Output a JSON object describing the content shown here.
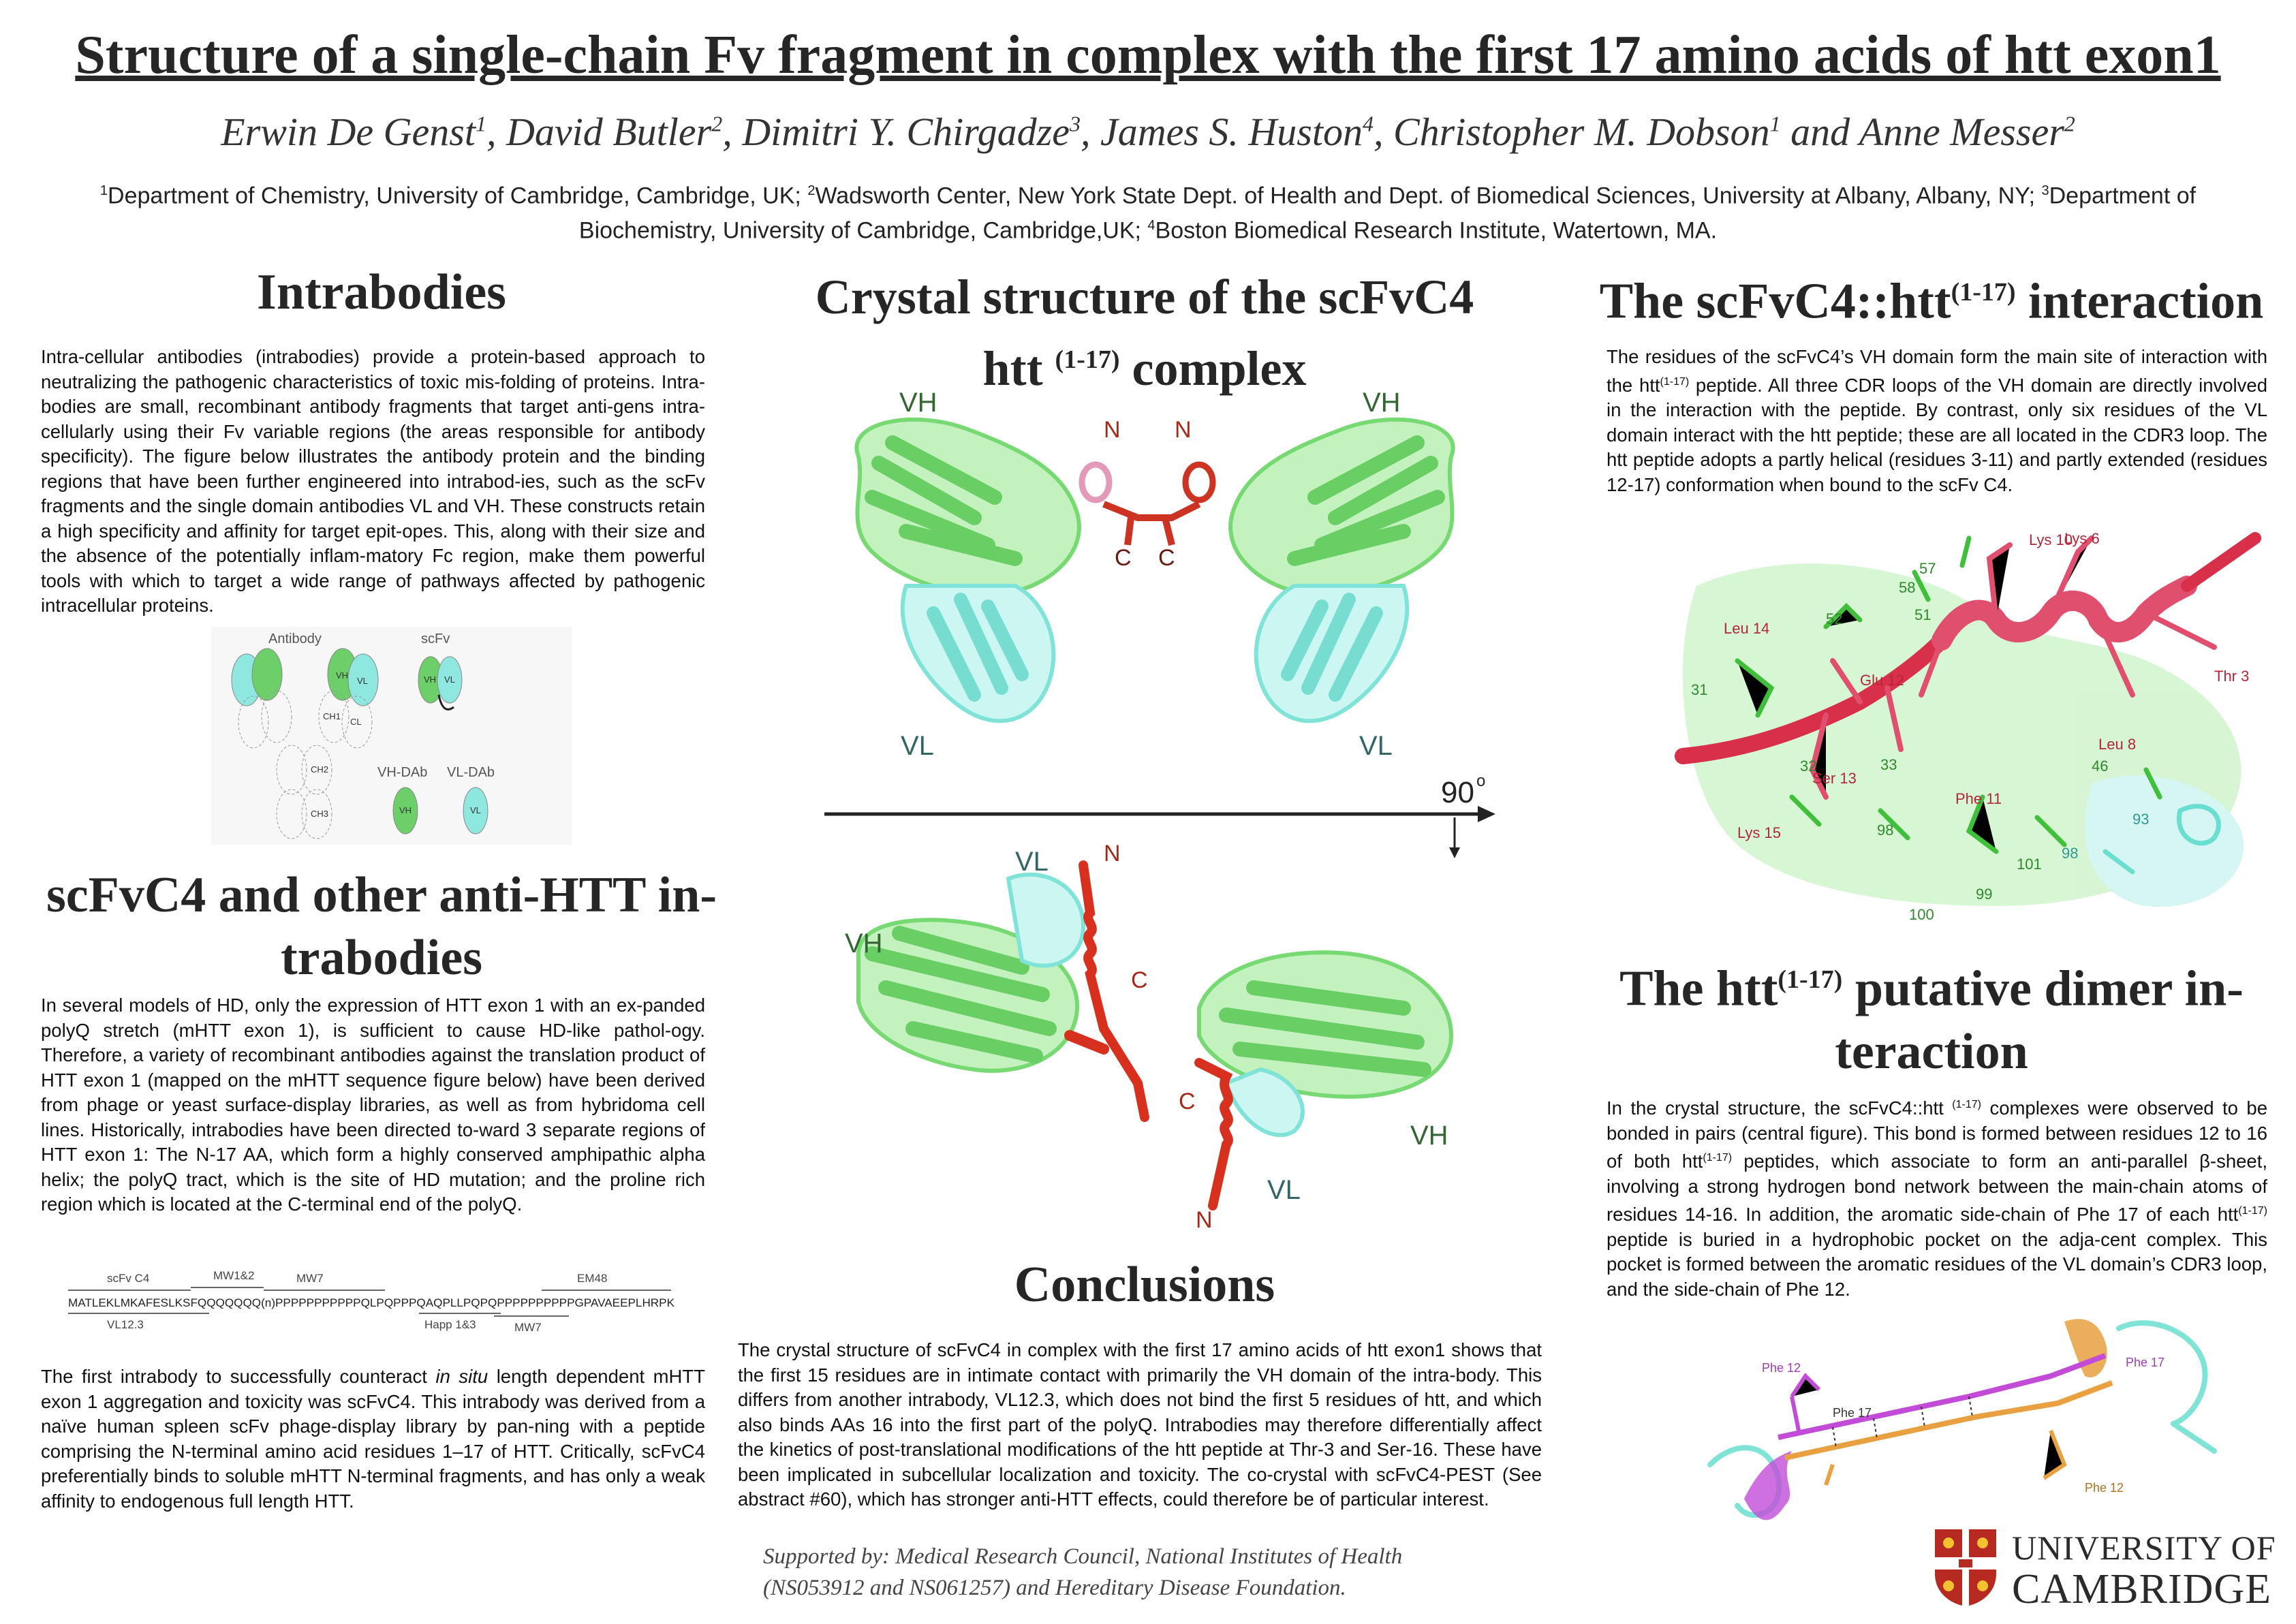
{
  "header": {
    "title": "Structure of a single-chain Fv fragment in complex with the first 17 amino acids of htt exon1",
    "authors": [
      {
        "name": "Erwin De Genst",
        "aff": "1",
        "sep": ", "
      },
      {
        "name": "David Butler",
        "aff": "2",
        "sep": ", "
      },
      {
        "name": "Dimitri Y. Chirgadze",
        "aff": "3",
        "sep": ", "
      },
      {
        "name": "James S. Huston",
        "aff": "4",
        "sep": ", "
      },
      {
        "name": "Christopher M. Dobson",
        "aff": "1",
        "sep": " and "
      },
      {
        "name": "Anne Messer",
        "aff": "2",
        "sep": ""
      }
    ],
    "affiliations": [
      {
        "num": "1",
        "text": "Department of Chemistry, University of Cambridge, Cambridge, UK; "
      },
      {
        "num": "2",
        "text": "Wadsworth Center, New York State Dept. of Health and Dept. of Biomedical Sciences, University at Albany, Albany, NY; "
      },
      {
        "num": "3",
        "text": "Department of Biochemistry, University of Cambridge, Cambridge,UK; "
      },
      {
        "num": "4",
        "text": "Boston Biomedical Research Institute, Watertown, MA."
      }
    ]
  },
  "intrabodies": {
    "heading": "Intrabodies",
    "body": "Intra-cellular antibodies (intrabodies) provide a protein-based approach to neutralizing the pathogenic characteristics of toxic mis-folding of proteins. Intra-bodies are small, recombinant antibody fragments that target anti-gens intra-cellularly using their Fv variable regions (the areas responsible for antibody specificity). The figure below illustrates the antibody protein and the binding regions that have been further engineered into intrabod-ies, such as the scFv fragments and the single domain antibodies VL and VH. These constructs retain a high specificity and affinity for target epit-opes. This, along with their size and the absence of the potentially inflam-matory Fc region, make them powerful tools with which to target a wide range of pathways affected by pathogenic intracellular proteins.",
    "figure": {
      "antibody": "Antibody",
      "scfv": "scFv",
      "vh_dab": "VH-DAb",
      "vl_dab": "VL-DAb",
      "vh": "VH",
      "vl": "VL",
      "ch1": "CH1",
      "cl": "CL",
      "ch2": "CH2",
      "ch3": "CH3"
    }
  },
  "scfvc4": {
    "heading_line1": "scFvC4 and other anti-HTT in-",
    "heading_line2": "trabodies",
    "body1": "In several models of HD, only the expression of HTT exon 1 with an ex-panded polyQ stretch (mHTT exon 1), is sufficient to cause HD-like pathol-ogy. Therefore, a variety of recombinant antibodies against the translation product of HTT exon 1 (mapped on the mHTT sequence figure below) have been derived from phage or yeast surface-display libraries, as well as from hybridoma cell lines. Historically, intrabodies have been directed to-ward 3 separate regions of HTT exon 1: The N-17 AA, which form a highly conserved amphipathic alpha helix; the polyQ tract, which is the site of HD mutation; and the proline rich region which is located at the C-terminal end of the polyQ.",
    "sequence": {
      "seq": "MATLEKLMKAFESLKSFQQQQQQQ(n)PPPPPPPPPPPQLPQPPPQAQPLLPQPQPPPPPPPPPPGPAVAEEPLHRPK",
      "top_labels": [
        "scFv C4",
        "MW1&2",
        "MW7",
        "EM48"
      ],
      "bottom_labels": [
        "VL12.3",
        "Happ 1&3",
        "MW7"
      ]
    },
    "body2_a": "The first intrabody to successfully counteract ",
    "body2_em": "in situ",
    "body2_b": " length dependent mHTT exon 1 aggregation and toxicity was scFvC4. This intrabody was derived from a naïve human spleen scFv phage-display library by pan-ning with a peptide comprising the N-terminal amino acid residues 1–17 of HTT. Critically, scFvC4 preferentially binds to soluble mHTT N-terminal fragments, and has only a weak affinity to endogenous full length HTT."
  },
  "crystal": {
    "heading_line1": "Crystal structure of the scFvC4",
    "heading_line2_a": "htt ",
    "heading_sup": "(1-17)",
    "heading_line2_b": " complex",
    "top_labels": {
      "vh_left": "VH",
      "vh_right": "VH",
      "vl_left": "VL",
      "vl_right": "VL",
      "n1": "N",
      "n2": "N",
      "c1": "C",
      "c2": "C"
    },
    "rotation": "90",
    "rotation_unit": "o",
    "bottom_labels": {
      "n_top": "N",
      "vl_top": "VL",
      "vh_left": "VH",
      "c1": "C",
      "c2": "C",
      "vh_right": "VH",
      "vl_bottom": "VL",
      "n_bottom": "N"
    }
  },
  "conclusions": {
    "heading": "Conclusions",
    "body": "The crystal structure of scFvC4 in complex with the first 17 amino acids of htt exon1 shows that the first 15 residues are in intimate contact with primarily the VH domain of the intra-body. This differs from another intrabody, VL12.3, which does not bind the first 5 residues of htt, and which also binds AAs 16 into the first part of the polyQ. Intrabodies may therefore differentially affect the kinetics of post-translational modifications of the htt peptide at Thr-3 and Ser-16. These have been implicated in subcellular localization and toxicity. The co-crystal with scFvC4-PEST (See abstract #60), which has stronger anti-HTT effects, could therefore be of particular interest.",
    "support_line1": "Supported by: Medical Research Council, National Institutes of Health",
    "support_line2": "(NS053912 and NS061257) and Hereditary Disease Foundation."
  },
  "interaction": {
    "heading_a": "The scFvC4::htt",
    "heading_sup": "(1-17)",
    "heading_b": " interaction",
    "body_a": "The residues of the scFvC4’s VH domain form the main site of interaction with the htt",
    "body_sup": "(1-17)",
    "body_b": " peptide. All three CDR loops of the VH domain are directly involved in the interaction with the peptide. By contrast, only six residues of the VL domain interact with the htt peptide; these are all located in the CDR3 loop. The htt peptide adopts a partly helical (residues 3-11) and partly extended (residues 12-17) conformation when bound to the scFv C4.",
    "figure_labels": {
      "lys10": "Lys 10",
      "lys6": "Lys 6",
      "thr3": "Thr 3",
      "leu14": "Leu 14",
      "glu12": "Glu 12",
      "leu8": "Leu 8",
      "ser13": "Ser 13",
      "phe11": "Phe 11",
      "lys15": "Lys 15",
      "r57": "57",
      "r58": "58",
      "r51": "51",
      "r52": "52",
      "r31": "31",
      "r32": "32",
      "r33": "33",
      "r46": "46",
      "r98a": "98",
      "r98b": "98",
      "r93": "93",
      "r101": "101",
      "r99": "99",
      "r100": "100"
    }
  },
  "dimer": {
    "heading_a": "The htt",
    "heading_sup": "(1-17)",
    "heading_b": " putative dimer in-",
    "heading_line2": "teraction",
    "body_html_parts": {
      "p1": "In the crystal structure, the scFvC4::htt ",
      "s1": "(1-17)",
      "p2": " complexes were observed to be bonded in pairs (central figure). This bond is formed between residues 12 to 16 of both htt",
      "s2": "(1-17)",
      "p3": " peptides, which associate to form an anti-parallel β-sheet, involving a strong hydrogen bond network between the main-chain atoms of residues 14-16. In addition, the aromatic side-chain of Phe 17 of each htt",
      "s3": "(1-17)",
      "p4": " peptide is buried in a hydrophobic pocket on the adja-cent complex. This pocket is formed between the aromatic residues of the VL domain’s CDR3 loop, and the side-chain of Phe 12."
    },
    "figure_labels": {
      "phe12a": "Phe 12",
      "phe17a": "Phe 17",
      "phe17b": "Phe 17",
      "phe12b": "Phe 12"
    }
  },
  "logo": {
    "line1": "UNIVERSITY OF",
    "line2": "CAMBRIDGE"
  },
  "colors": {
    "vh_green": "#5fd35a",
    "vl_cyan": "#7fe3d6",
    "peptide_red": "#d8301e",
    "peptide_pink": "#e0506e",
    "violet": "#c24cd8",
    "orange": "#e8a040"
  }
}
